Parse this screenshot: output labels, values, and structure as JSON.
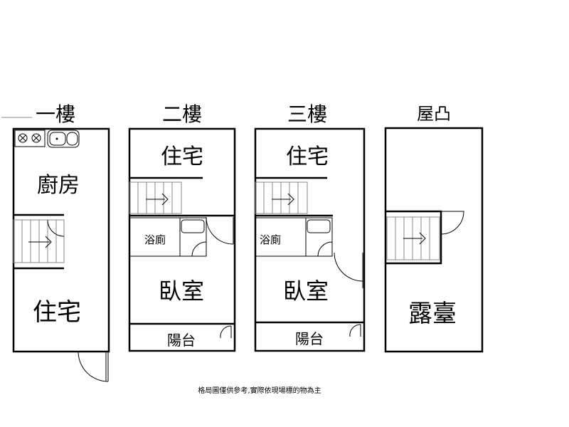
{
  "floors": [
    {
      "title": "一樓",
      "rooms": [
        "廚房",
        "住宅"
      ]
    },
    {
      "title": "二樓",
      "rooms": [
        "住宅",
        "浴廁",
        "臥室",
        "陽台"
      ]
    },
    {
      "title": "三樓",
      "rooms": [
        "住宅",
        "浴廁",
        "臥室",
        "陽台"
      ]
    },
    {
      "title": "屋凸",
      "rooms": [
        "露臺"
      ]
    }
  ],
  "footnote": "格局圖僅供參考,實際依現場標的物為主"
}
